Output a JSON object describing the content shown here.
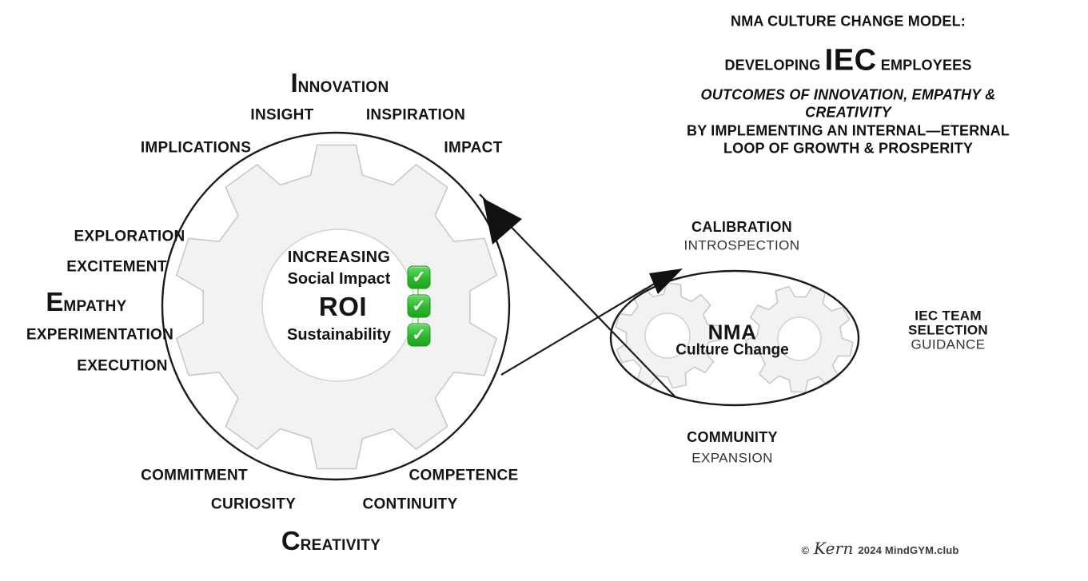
{
  "title_block": {
    "line1": "NMA CULTURE CHANGE MODEL:",
    "line2_prefix": "DEVELOPING ",
    "line2_acronym": "IEC",
    "line2_suffix": " EMPLOYEES",
    "line3": "OUTCOMES OF INNOVATION, EMPATHY &",
    "line4": "CREATIVITY",
    "line5": "BY IMPLEMENTING AN INTERNAL—ETERNAL",
    "line6": "LOOP OF GROWTH & PROSPERITY"
  },
  "big_gear": {
    "ring": {
      "innovation_initial": "I",
      "innovation_rest": "NNOVATION",
      "insight": "INSIGHT",
      "inspiration": "INSPIRATION",
      "implications": "IMPLICATIONS",
      "impact": "IMPACT",
      "exploration": "EXPLORATION",
      "excitement": "EXCITEMENT",
      "empathy_initial": "E",
      "empathy_rest": "MPATHY",
      "experimentation": "EXPERIMENTATION",
      "execution": "EXECUTION",
      "commitment": "COMMITMENT",
      "curiosity": "CURIOSITY",
      "creativity_initial": "C",
      "creativity_rest": "REATIVITY",
      "continuity": "CONTINUITY",
      "competence": "COMPETENCE"
    },
    "center": {
      "heading": "INCREASING",
      "item1": "Social Impact",
      "item2": "ROI",
      "item3": "Sustainability",
      "check_glyph": "✓"
    }
  },
  "small_loop": {
    "above_line1": "CALIBRATION",
    "above_line2": "INTROSPECTION",
    "core_line1": "NMA",
    "core_line2": "Culture Change",
    "right_line1": "IEC TEAM",
    "right_line2": "SELECTION",
    "right_line3": "GUIDANCE",
    "below_line1": "COMMUNITY",
    "below_line2": "EXPANSION"
  },
  "footer": {
    "copyright_symbol": "©",
    "signature": "Kern",
    "suffix": " 2024 MindGYM.club"
  },
  "colors": {
    "check_green": "#2eb82e",
    "check_green_light": "#63da63",
    "check_border": "#179417",
    "gear_fill": "#f2f2f2",
    "gear_stroke": "#c6c6c6",
    "outline_black": "#1b1b1b",
    "text_primary": "#141414",
    "text_secondary": "#333333"
  }
}
